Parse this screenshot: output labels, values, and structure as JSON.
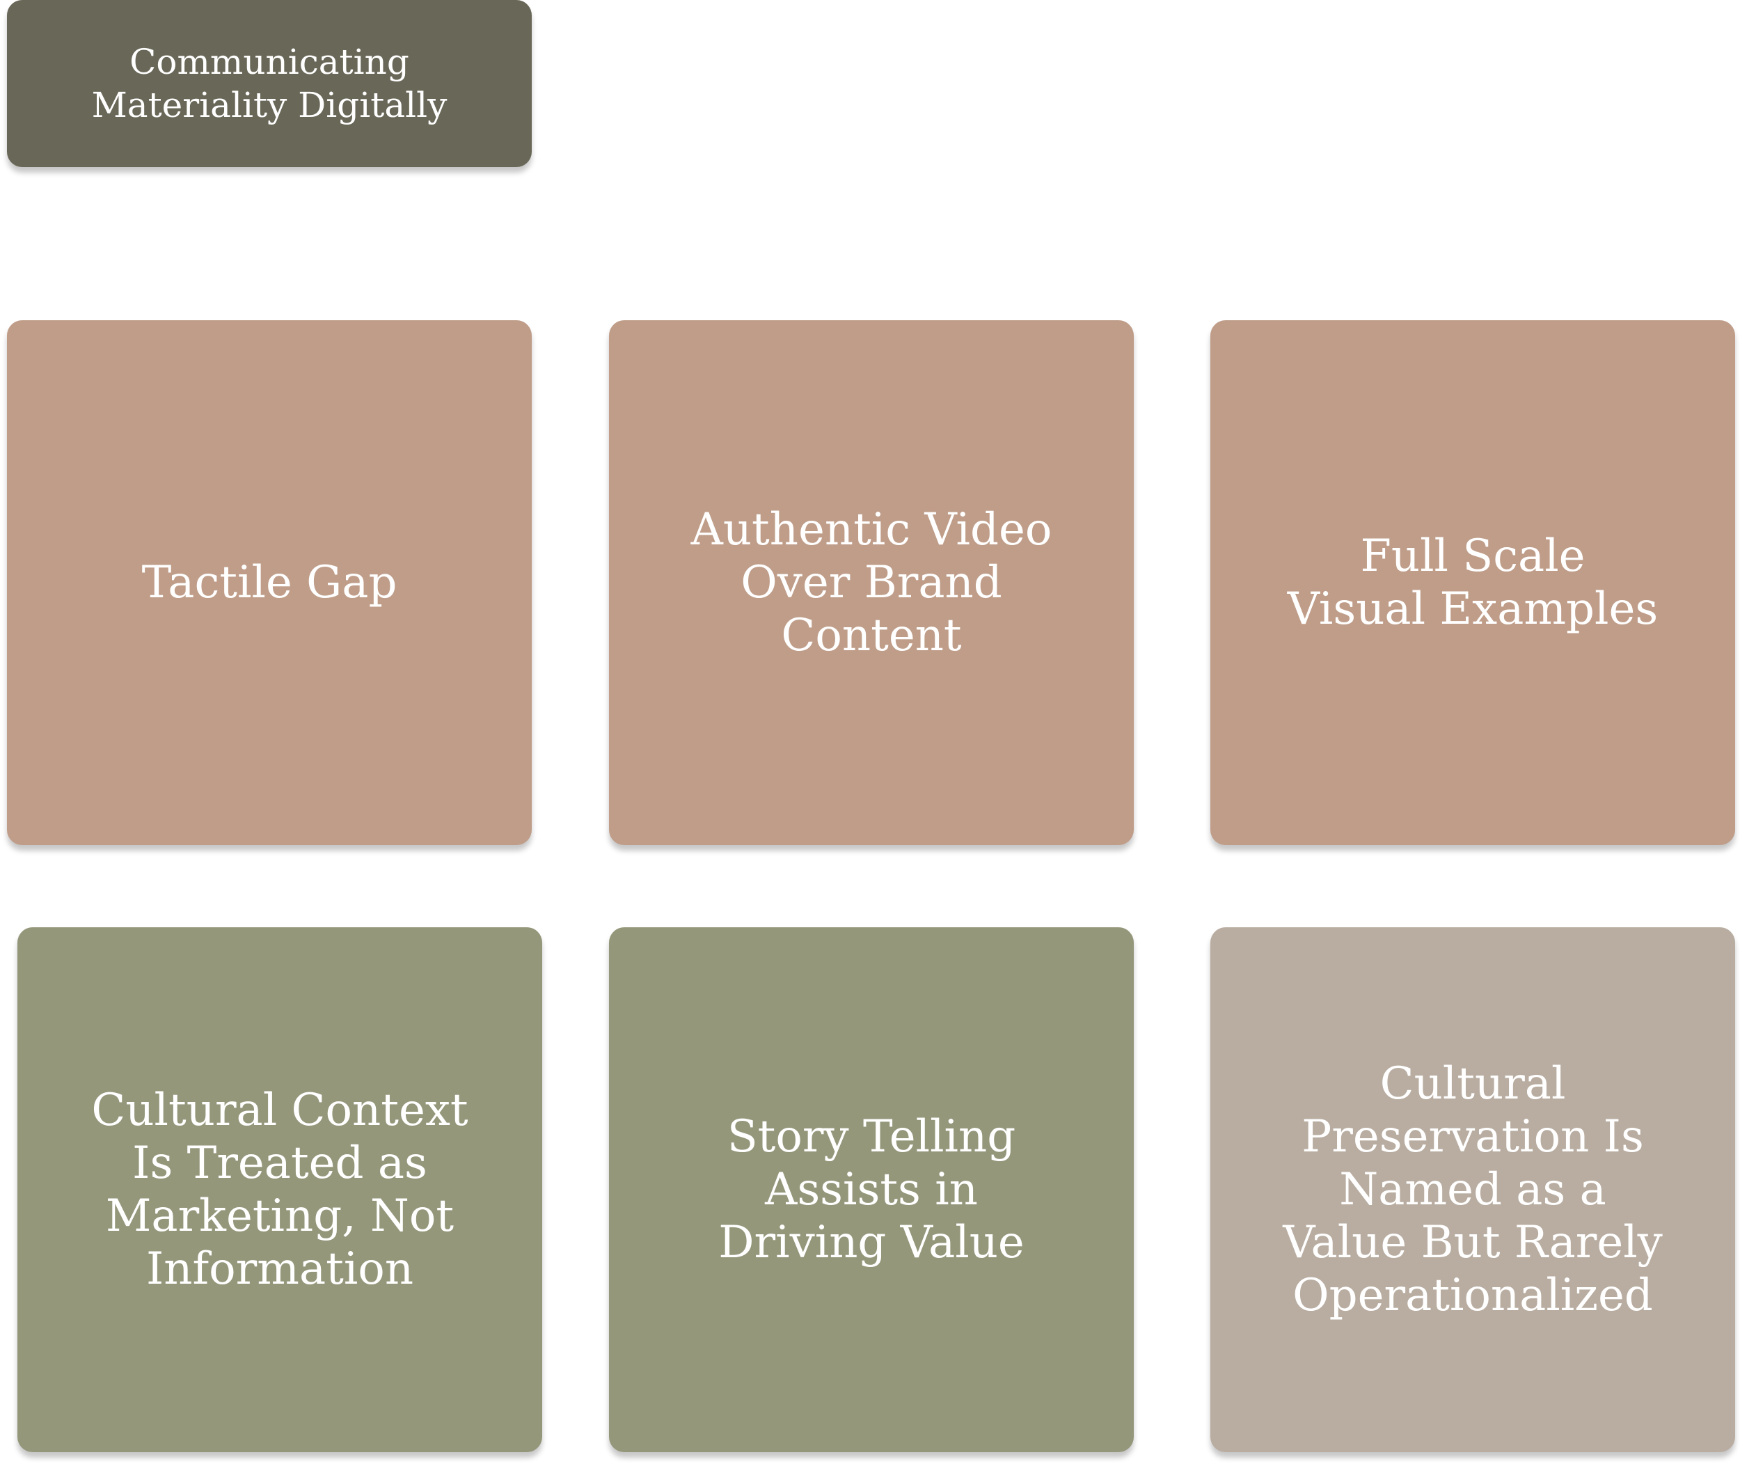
{
  "header": {
    "title": "Communicating Materiality Digitally"
  },
  "cards": [
    {
      "label": "Tactile Gap"
    },
    {
      "label": "Authentic Video Over Brand Content"
    },
    {
      "label": "Full Scale Visual Examples"
    },
    {
      "label": "Cultural Context Is Treated as Marketing, Not Information"
    },
    {
      "label": "Story Telling Assists in Driving Value"
    },
    {
      "label": "Cultural Preservation Is Named as a Value But Rarely Operationalized"
    }
  ],
  "colors": {
    "header": "#696757",
    "tan": "#bf9d89",
    "olive": "#95977b",
    "greige": "#b9ada1",
    "text": "#ffffff"
  }
}
